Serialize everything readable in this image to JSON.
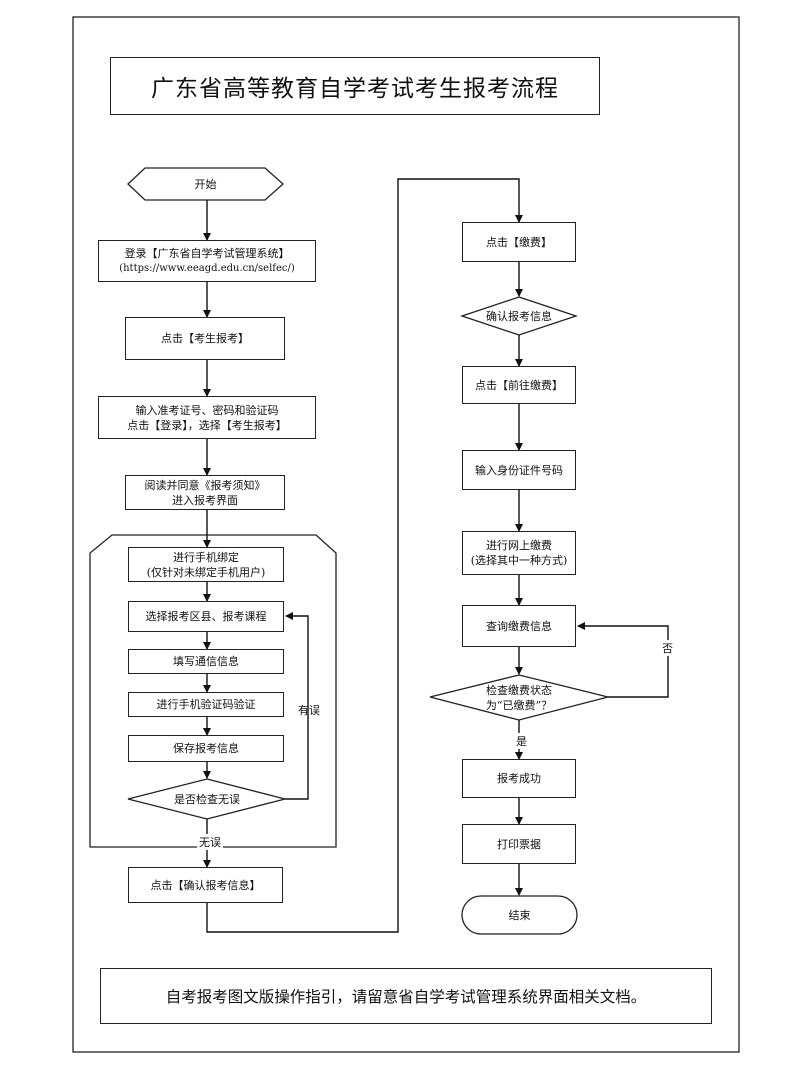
{
  "title": "广东省高等教育自学考试考生报考流程",
  "footer": "自考报考图文版操作指引，请留意省自学考试管理系统界面相关文档。",
  "left": {
    "start": "开始",
    "login_line1": "登录【广东省自学考试管理系统】",
    "login_line2": "(https://www.eeagd.edu.cn/selfec/)",
    "click_apply": "点击【考生报考】",
    "input_line1": "输入准考证号、密码和验证码",
    "input_line2": "点击【登录】，选择【考生报考】",
    "read_line1": "阅读并同意《报考须知》",
    "read_line2": "进入报考界面",
    "bind_line1": "进行手机绑定",
    "bind_line2": "(仅针对未绑定手机用户)",
    "select_courses": "选择报考区县、报考课程",
    "fill_contact": "填写通信信息",
    "sms_verify": "进行手机验证码验证",
    "save_info": "保存报考信息",
    "check_decision": "是否检查无误",
    "label_error": "有误",
    "label_ok": "无误",
    "confirm_info": "点击【确认报考信息】"
  },
  "right": {
    "click_pay": "点击【缴费】",
    "confirm_info": "确认报考信息",
    "go_pay": "点击【前往缴费】",
    "input_id": "输入身份证件号码",
    "online_pay_line1": "进行网上缴费",
    "online_pay_line2": "(选择其中一种方式)",
    "query_pay": "查询缴费信息",
    "check_line1": "检查缴费状态",
    "check_line2": "为“已缴费”？",
    "label_no": "否",
    "label_yes": "是",
    "success": "报考成功",
    "print_ticket": "打印票据",
    "end": "结束"
  }
}
